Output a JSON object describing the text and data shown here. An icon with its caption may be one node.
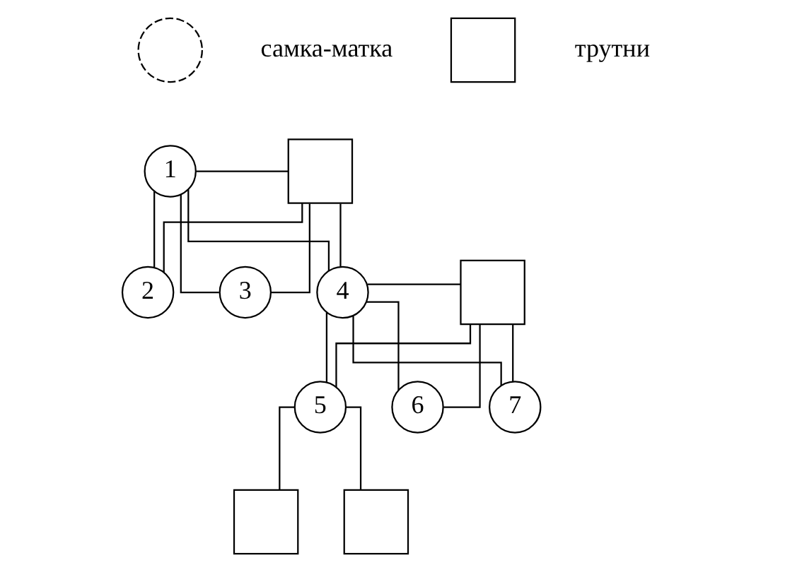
{
  "diagram": {
    "nodes": [
      {
        "text": [],
        "shape": "circle",
        "beside": [
          "самка-матка"
        ]
      },
      {
        "text": [],
        "shape": "box",
        "beside": [
          "трутни"
        ]
      },
      {
        "text": [
          "1"
        ]
      },
      {
        "text": [],
        "shape": "box"
      },
      {
        "text": [
          "2"
        ]
      },
      {
        "text": [
          "3"
        ]
      },
      {
        "text": [
          "4"
        ]
      },
      {
        "text": [],
        "shape": "box"
      },
      {
        "text": [
          "5"
        ]
      },
      {
        "text": [
          "6"
        ]
      },
      {
        "text": [
          "7"
        ]
      },
      {
        "text": [],
        "shape": "box"
      },
      {
        "text": [],
        "shape": "box"
      }
    ],
    "edges": [
      {
        "from": 2,
        "to": 3,
        "arrow": "none"
      },
      {
        "from": 2,
        "to": 4,
        "arrow": "none"
      },
      {
        "from": 2,
        "to": 5,
        "arrow": "none"
      },
      {
        "from": 2,
        "to": 6,
        "arrow": "none"
      },
      {
        "from": 3,
        "to": 4,
        "arrow": "none"
      },
      {
        "from": 3,
        "to": 5,
        "arrow": "none"
      },
      {
        "from": 3,
        "to": 6,
        "arrow": "none"
      },
      {
        "from": 6,
        "to": 7,
        "arrow": "none"
      },
      {
        "from": 6,
        "to": 8,
        "arrow": "none"
      },
      {
        "from": 6,
        "to": 9,
        "arrow": "none"
      },
      {
        "from": 6,
        "to": 10,
        "arrow": "none"
      },
      {
        "from": 7,
        "to": 8,
        "arrow": "none"
      },
      {
        "from": 7,
        "to": 9,
        "arrow": "none"
      },
      {
        "from": 7,
        "to": 10,
        "arrow": "none"
      },
      {
        "from": 8,
        "to": 11,
        "arrow": "none"
      },
      {
        "from": 8,
        "to": 12,
        "arrow": "none"
      }
    ]
  }
}
